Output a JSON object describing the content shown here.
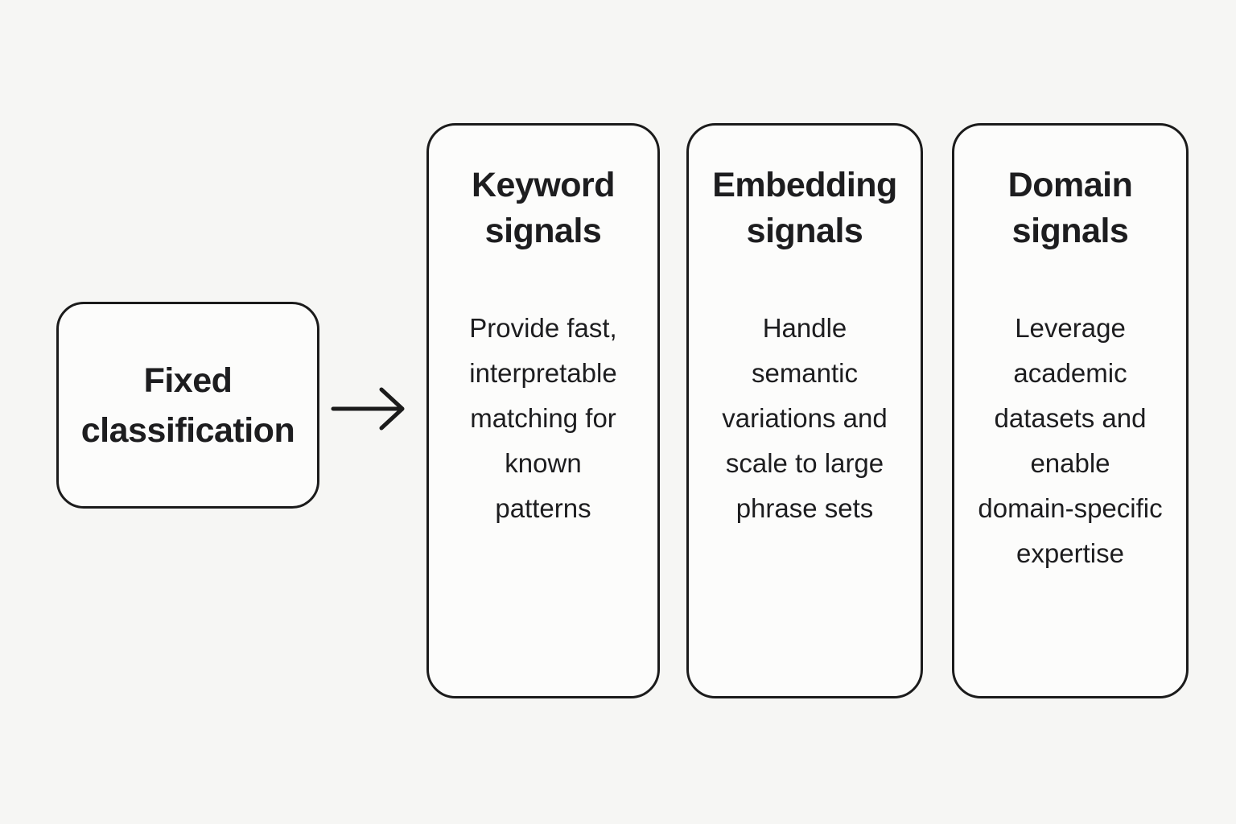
{
  "colors": {
    "bg": "#f6f6f4",
    "card-bg": "#fcfcfb",
    "line": "#1b1b1b",
    "text": "#1d1d1f"
  },
  "source_box": {
    "title_lines": [
      "Fixed",
      "classification"
    ]
  },
  "arrow": {
    "name": "right-arrow"
  },
  "cards": [
    {
      "title_lines": [
        "Keyword",
        "signals"
      ],
      "body_lines": [
        "Provide fast,",
        "interpretable",
        "matching for",
        "known",
        "patterns"
      ]
    },
    {
      "title_lines": [
        "Embedding",
        "signals"
      ],
      "body_lines": [
        "Handle",
        "semantic",
        "variations and",
        "scale to large",
        "phrase sets"
      ]
    },
    {
      "title_lines": [
        "Domain",
        "signals"
      ],
      "body_lines": [
        "Leverage",
        "academic",
        "datasets and",
        "enable",
        "domain-specific",
        "expertise"
      ]
    }
  ]
}
